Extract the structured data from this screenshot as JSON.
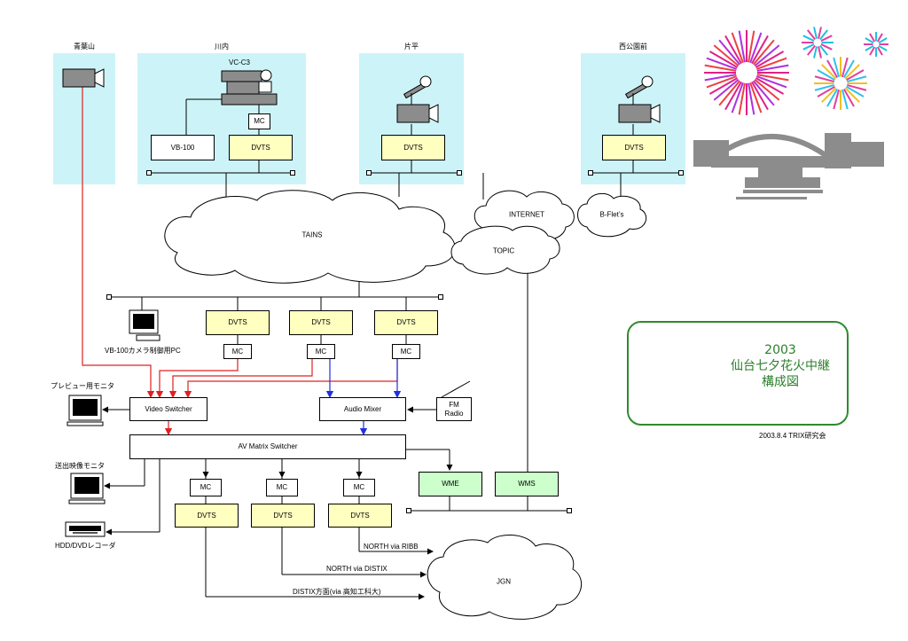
{
  "sites": {
    "aobayama": "青葉山",
    "kawauchi": "川内",
    "katahira": "片平",
    "nishikoen": "西公園前"
  },
  "devices": {
    "vc_c3": "VC-C3",
    "vb100": "VB-100",
    "mc": "MC",
    "dvts": "DVTS",
    "wme": "WME",
    "wms": "WMS",
    "video_switcher": "Video Switcher",
    "audio_mixer": "Audio Mixer",
    "fm_radio": "FM\nRadio",
    "av_matrix": "AV Matrix Switcher"
  },
  "clouds": {
    "tains": "TAINS",
    "internet": "INTERNET",
    "bflets": "B-Flet’s",
    "topic": "TOPIC",
    "jgn": "JGN"
  },
  "labels": {
    "vb100_pc": "VB-100カメラ制御用PC",
    "preview_monitor": "プレビュー用モニタ",
    "send_monitor": "送出映像モニタ",
    "hdd_recorder": "HDD/DVDレコーダ",
    "north_ribb": "NORTH via RIBB",
    "north_distix": "NORTH via DISTIX",
    "distix_route": "DISTIX方面(via 高知工科大)"
  },
  "title": {
    "year": "2003",
    "line1": "仙台七夕花火中継",
    "line2": "構成図",
    "credit": "2003.8.4 TRIX研究会"
  },
  "colors": {
    "site_bg": "#ccf4f8",
    "dvts_fill": "#ffffc0",
    "wm_fill": "#ccffcc",
    "video_wire": "#e02020",
    "audio_wire": "#2030e0",
    "title_green": "#2a7f2a"
  }
}
